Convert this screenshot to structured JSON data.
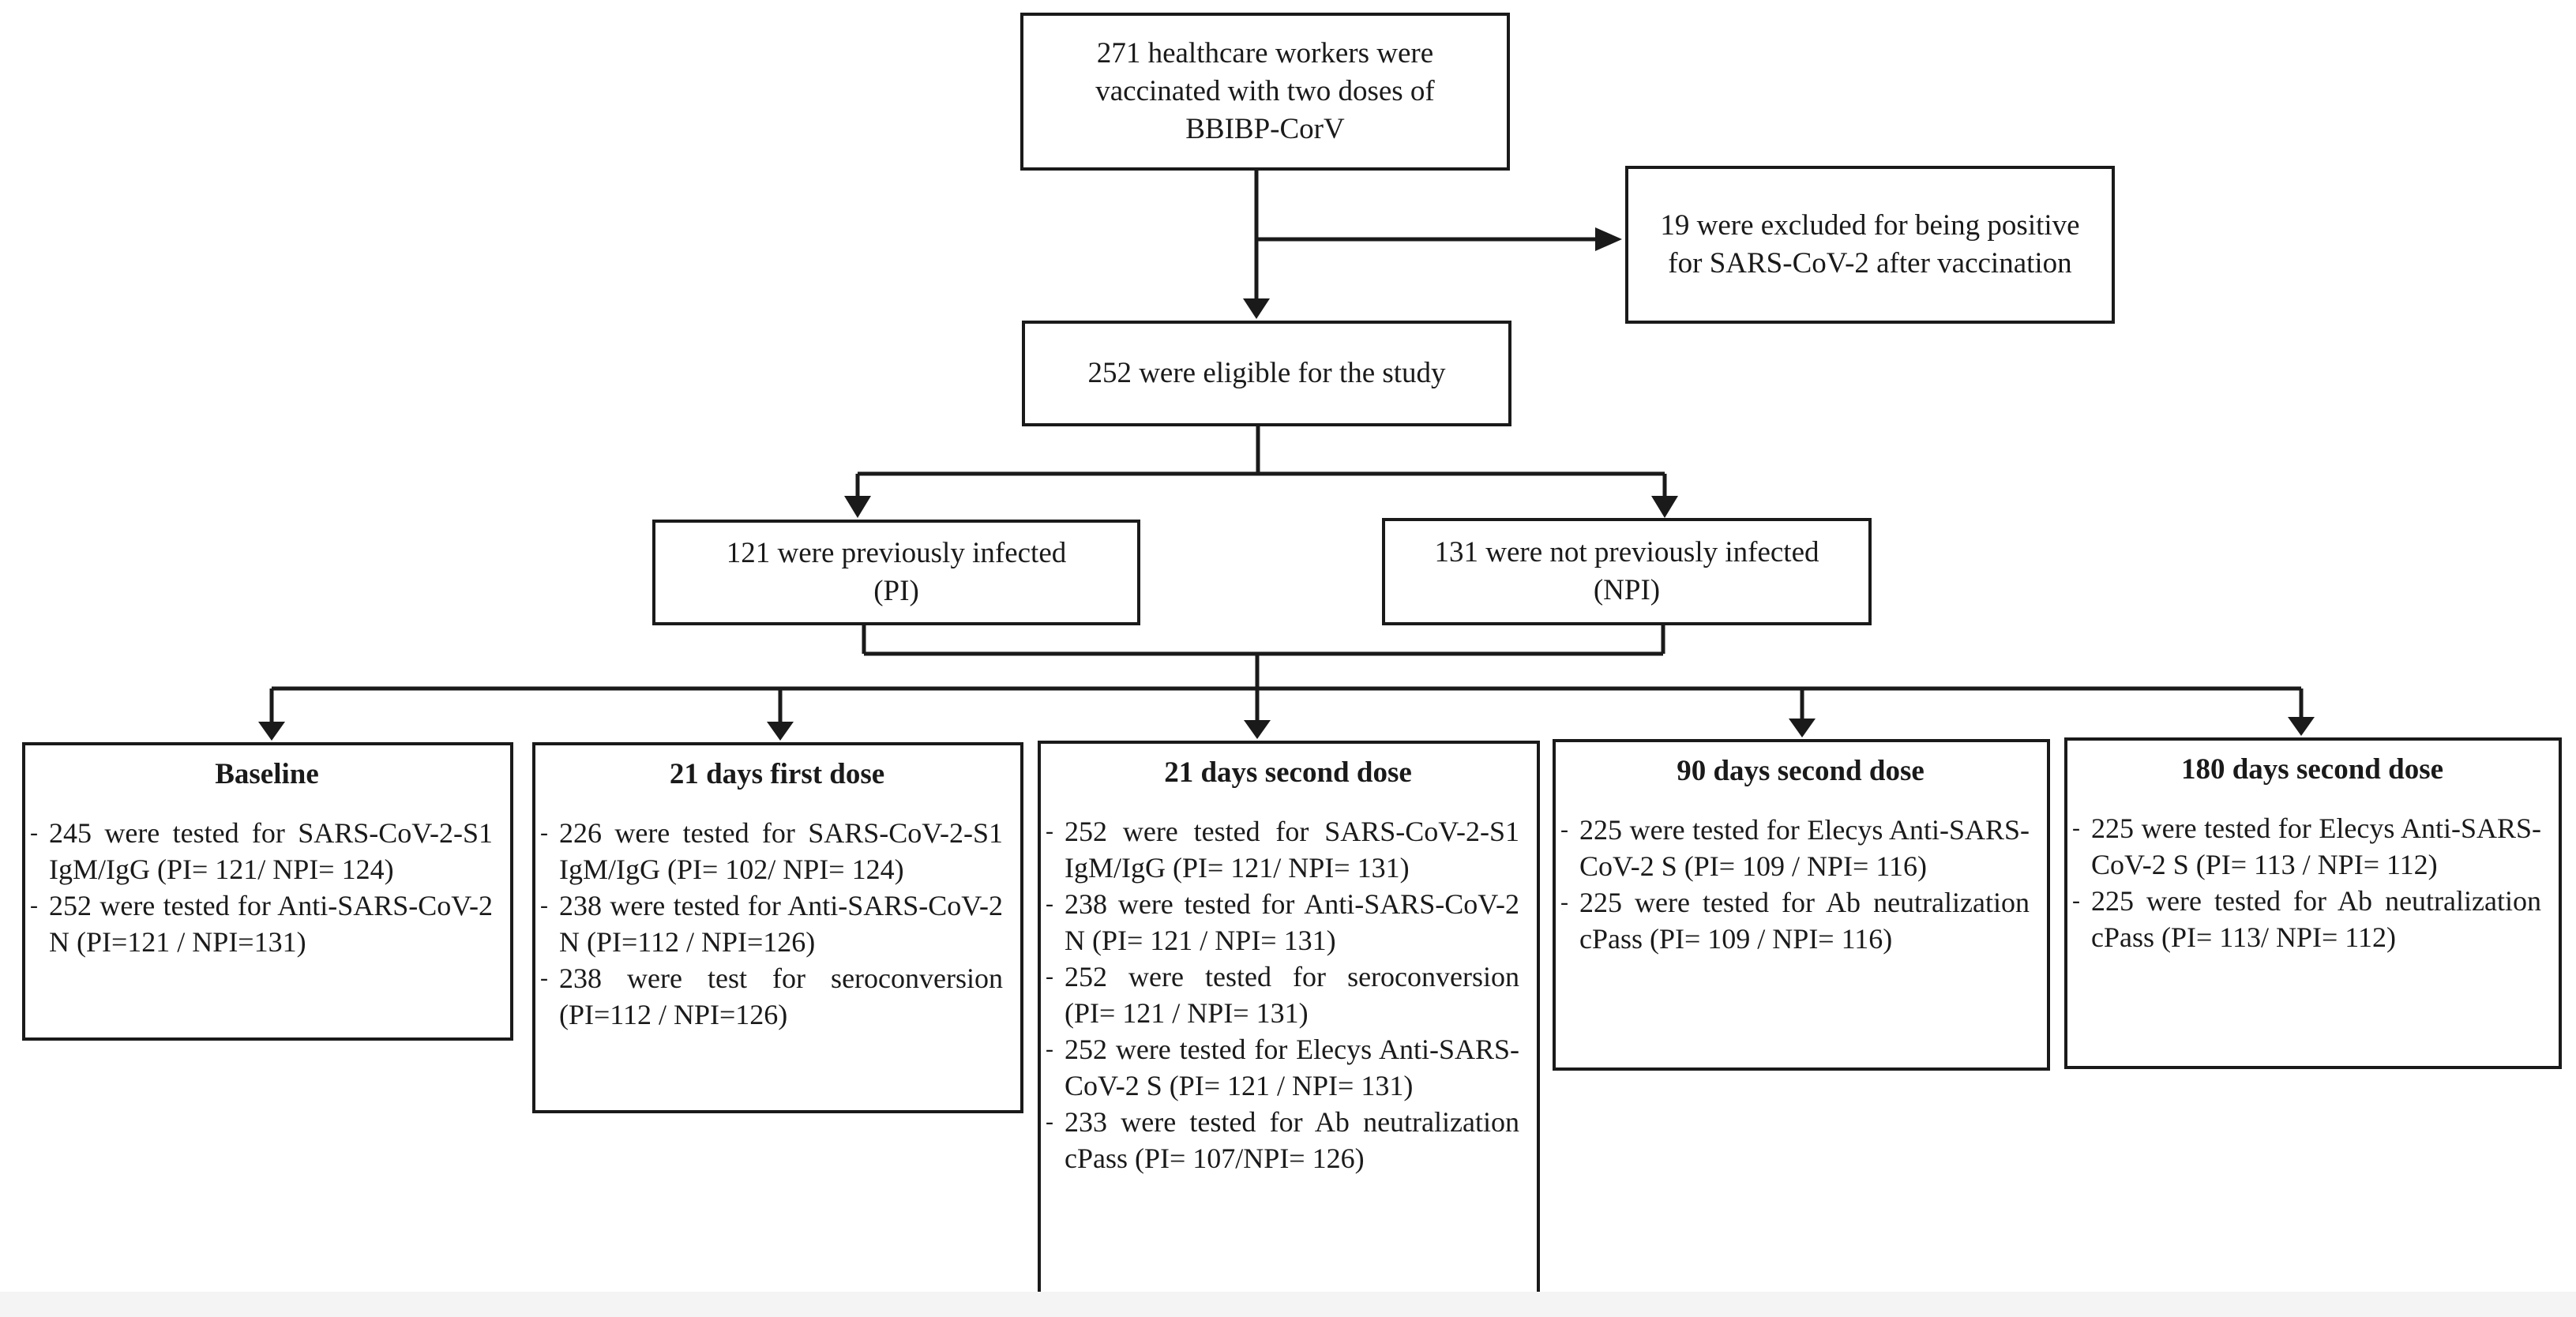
{
  "top_box": {
    "text": "271 healthcare workers were vaccinated with two doses of BBIBP-CorV"
  },
  "excluded_box": {
    "text": "19 were excluded for being positive for SARS-CoV-2 after vaccination"
  },
  "eligible_box": {
    "text": "252 were eligible for the study"
  },
  "pi_box": {
    "line1": "121 were previously infected",
    "line2": "(PI)"
  },
  "npi_box": {
    "line1": "131 were not previously infected",
    "line2": "(NPI)"
  },
  "phases": [
    {
      "title": "Baseline",
      "items": [
        "245 were tested for SARS-CoV-2-S1 IgM/IgG (PI= 121/ NPI= 124)",
        "252 were tested for Anti-SARS-CoV-2 N (PI=121 / NPI=131)"
      ]
    },
    {
      "title": "21 days first dose",
      "items": [
        "226 were tested for SARS-CoV-2-S1 IgM/IgG (PI= 102/ NPI= 124)",
        "238 were tested for Anti-SARS-CoV-2 N (PI=112 / NPI=126)",
        "238 were test for seroconversion (PI=112 / NPI=126)"
      ]
    },
    {
      "title": "21 days second dose",
      "items": [
        "252 were tested for SARS-CoV-2-S1 IgM/IgG (PI= 121/ NPI= 131)",
        "238 were tested for Anti-SARS-CoV-2 N (PI= 121 / NPI= 131)",
        "252 were tested for seroconversion (PI= 121 / NPI= 131)",
        "252 were tested for Elecys Anti-SARS-CoV-2 S (PI= 121 / NPI= 131)",
        "233 were tested for Ab neutralization cPass (PI= 107/NPI= 126)"
      ]
    },
    {
      "title": "90 days second dose",
      "items": [
        "225 were tested for Elecys Anti-SARS-CoV-2 S (PI= 109 / NPI= 116)",
        "225 were tested for Ab neutralization cPass (PI= 109 / NPI= 116)"
      ]
    },
    {
      "title": "180 days second dose",
      "items": [
        "225 were tested for Elecys Anti-SARS-CoV-2 S (PI= 113 / NPI= 112)",
        "225 were tested for Ab neutralization cPass (PI= 113/ NPI= 112)"
      ]
    }
  ]
}
